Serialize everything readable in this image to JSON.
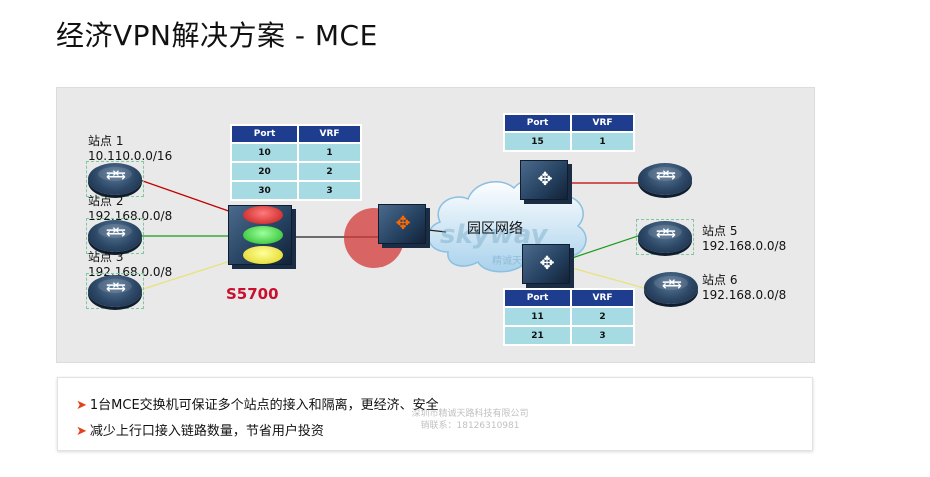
{
  "title": "经济VPN解决方案 - MCE",
  "sites": [
    {
      "name": "站点 1",
      "subnet": "10.110.0.0/16"
    },
    {
      "name": "站点 2",
      "subnet": "192.168.0.0/8"
    },
    {
      "name": "站点 3",
      "subnet": "192.168.0.0/8"
    },
    {
      "name": "站点 5",
      "subnet": "192.168.0.0/8"
    },
    {
      "name": "站点 6",
      "subnet": "192.168.0.0/8"
    }
  ],
  "mce_label": "S5700",
  "cloud_label": "园区网络",
  "tables": {
    "left": {
      "headers": [
        "Port",
        "VRF"
      ],
      "rows": [
        [
          "10",
          "1"
        ],
        [
          "20",
          "2"
        ],
        [
          "30",
          "3"
        ]
      ]
    },
    "top_right": {
      "headers": [
        "Port",
        "VRF"
      ],
      "rows": [
        [
          "15",
          "1"
        ]
      ]
    },
    "bottom_right": {
      "headers": [
        "Port",
        "VRF"
      ],
      "rows": [
        [
          "11",
          "2"
        ],
        [
          "21",
          "3"
        ]
      ]
    }
  },
  "bullets": [
    "1台MCE交换机可保证多个站点的接入和隔离，更经济、安全",
    "减少上行口接入链路数量，节省用户投资"
  ],
  "bullet_marker": "➤",
  "watermark": {
    "brand": "skyway",
    "tagline": "精诚天",
    "company": "深圳市精诚天路科技有限公司",
    "contact": "销联系：18126310981"
  },
  "colors": {
    "accent_red": "#c8102e",
    "table_header": "#1f3d8f",
    "table_cell": "#a6dbe3",
    "link_red": "#c00000",
    "link_green": "#1a9a1a",
    "link_yellow": "#e8e27a"
  }
}
